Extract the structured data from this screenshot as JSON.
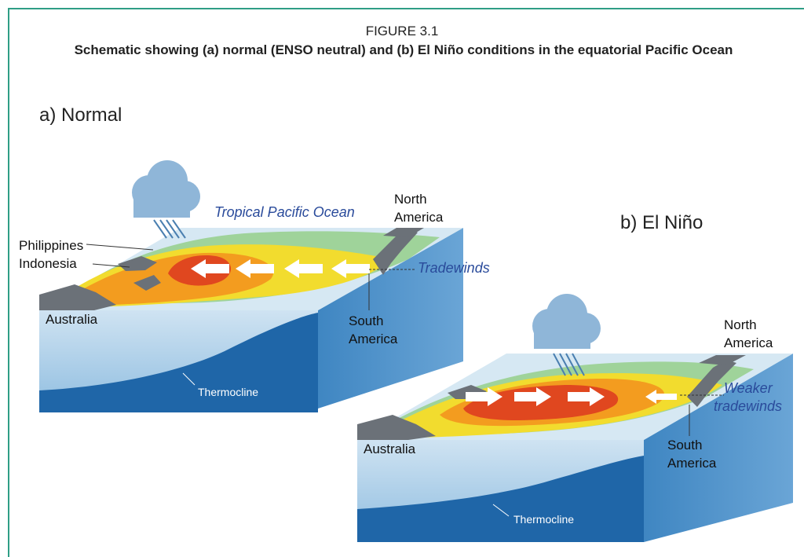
{
  "figure_number": "FIGURE 3.1",
  "figure_title": "Schematic showing (a) normal (ENSO neutral) and (b) El Niño conditions in the equatorial Pacific Ocean",
  "panel_a": {
    "label": "a) Normal",
    "labels": {
      "ocean": "Tropical Pacific Ocean",
      "north_america": [
        "North",
        "America"
      ],
      "philippines": "Philippines",
      "indonesia": "Indonesia",
      "winds": "Tradewinds",
      "australia": "Australia",
      "south_america": [
        "South",
        "America"
      ],
      "thermocline": "Thermocline"
    }
  },
  "panel_b": {
    "label": "b) El Niño",
    "labels": {
      "north_america": [
        "North",
        "America"
      ],
      "winds": [
        "Weaker",
        "tradewinds"
      ],
      "australia": "Australia",
      "south_america": [
        "South",
        "America"
      ],
      "thermocline": "Thermocline"
    }
  },
  "colors": {
    "frame": "#2f9e86",
    "ocean_deep": "#1f66a8",
    "ocean_light": "#b5d4ea",
    "warm_core": "#e0471f",
    "warm": "#f39c1f",
    "yellow": "#f2dc2e",
    "green": "#9fd39a",
    "land": "#6b7178",
    "label_blue": "#2a4b9b"
  }
}
